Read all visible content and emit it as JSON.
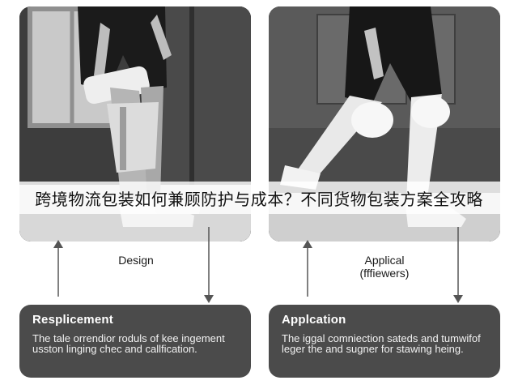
{
  "banner": {
    "text": "跨境物流包装如何兼顾防护与成本？不同货物包装方案全攻略"
  },
  "left": {
    "label": "Design",
    "card_title": "Resplicement",
    "card_body": "The tale orrendior roduls of kee ingement usston linging chec and callfication."
  },
  "right": {
    "label_line1": "Applical",
    "label_line2": "(fffiewers)",
    "card_title": "Applcation",
    "card_body": "The iggal comniection sateds and tumwifof leger the and sugner for stawing heing."
  },
  "colors": {
    "card_bg": "#4b4b4b",
    "arrow": "#555555",
    "photo_bg": "#3a3a3a"
  }
}
